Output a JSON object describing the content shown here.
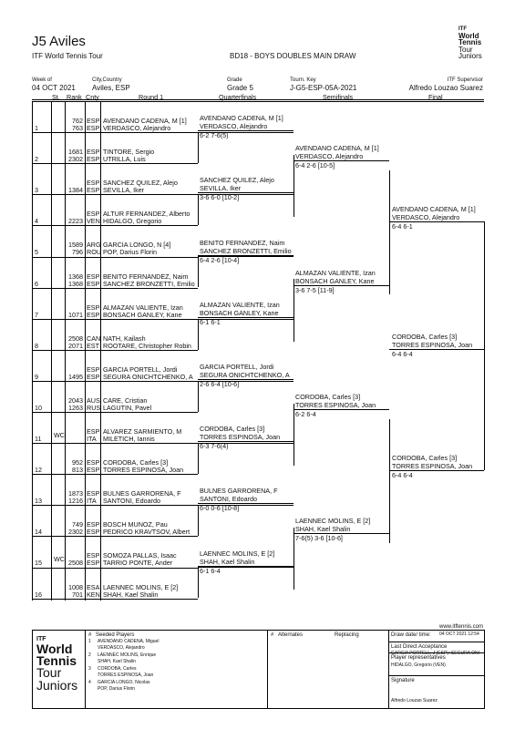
{
  "header": {
    "title": "J5 Aviles",
    "tour": "ITF World Tennis Tour",
    "draw_name": "BD18 - BOYS DOUBLES MAIN DRAW",
    "week_label": "Week of",
    "week_value": "04 OCT 2021",
    "city_label": "City,Country",
    "city_value": "Aviles, ESP",
    "grade_label": "Grade",
    "grade_value": "Grade 5",
    "key_label": "Tourn. Key",
    "key_value": "J-G5-ESP-05A-2021",
    "sup_label": "ITF Supervisor",
    "sup_value": "Alfredo Louzao Suarez"
  },
  "logo": {
    "line1": "ITF",
    "line2": "World",
    "line3": "Tennis",
    "line4": "Tour",
    "line5": "Juniors"
  },
  "columns": {
    "st": "St.",
    "rank": "Rank",
    "cnty": "Cnty",
    "r1": "Round 1",
    "qf": "Quarterfinals",
    "sf": "Semifinals",
    "f": "Final"
  },
  "lines": [
    {
      "num": "1",
      "st": "",
      "r1": "762",
      "c1": "ESP",
      "p1": "AVENDANO CADENA, M [1]",
      "r2": "763",
      "c2": "ESP",
      "p2": "VERDASCO, Alejandro"
    },
    {
      "num": "2",
      "st": "",
      "r1": "1681",
      "c1": "ESP",
      "p1": "TINTORE, Sergio",
      "r2": "2302",
      "c2": "ESP",
      "p2": "UTRILLA, Luis"
    },
    {
      "num": "3",
      "st": "",
      "r1": "",
      "c1": "ESP",
      "p1": "SANCHEZ QUILEZ, Alejo",
      "r2": "1384",
      "c2": "ESP",
      "p2": "SEVILLA, Iker"
    },
    {
      "num": "4",
      "st": "",
      "r1": "",
      "c1": "ESP",
      "p1": "ALTUR FERNANDEZ, Alberto",
      "r2": "2223",
      "c2": "VEN",
      "p2": "HIDALGO, Gregorio"
    },
    {
      "num": "5",
      "st": "",
      "r1": "1589",
      "c1": "ARG",
      "p1": "GARCIA LONGO, N [4]",
      "r2": "796",
      "c2": "ROU",
      "p2": "POP, Darius Florin"
    },
    {
      "num": "6",
      "st": "",
      "r1": "1368",
      "c1": "ESP",
      "p1": "BENITO FERNANDEZ, Naim",
      "r2": "1368",
      "c2": "ESP",
      "p2": "SANCHEZ BRONZETTI, Emilio"
    },
    {
      "num": "7",
      "st": "",
      "r1": "",
      "c1": "ESP",
      "p1": "ALMAZAN VALIENTE, Izan",
      "r2": "1071",
      "c2": "ESP",
      "p2": "BONSACH GANLEY, Kane"
    },
    {
      "num": "8",
      "st": "",
      "r1": "2508",
      "c1": "CAN",
      "p1": "NATH, Kailash",
      "r2": "2071",
      "c2": "EST",
      "p2": "ROOTARE, Christopher Robin"
    },
    {
      "num": "9",
      "st": "",
      "r1": "",
      "c1": "ESP",
      "p1": "GARCIA PORTELL, Jordi",
      "r2": "1495",
      "c2": "ESP",
      "p2": "SEGURA ONICHTCHENKO, A"
    },
    {
      "num": "10",
      "st": "",
      "r1": "2043",
      "c1": "AUS",
      "p1": "CARE, Cristian",
      "r2": "1263",
      "c2": "RUS",
      "p2": "LAGUTIN, Pavel"
    },
    {
      "num": "11",
      "st": "WC",
      "r1": "",
      "c1": "ESP",
      "p1": "ALVAREZ SARMIENTO, M",
      "r2": "",
      "c2": "ITA",
      "p2": "MILETICH, Iannis"
    },
    {
      "num": "12",
      "st": "",
      "r1": "952",
      "c1": "ESP",
      "p1": "CORDOBA, Carles [3]",
      "r2": "813",
      "c2": "ESP",
      "p2": "TORRES ESPINOSA, Joan"
    },
    {
      "num": "13",
      "st": "",
      "r1": "1873",
      "c1": "ESP",
      "p1": "BULNES GARRORENA, F",
      "r2": "1216",
      "c2": "ITA",
      "p2": "SANTONI, Edoardo"
    },
    {
      "num": "14",
      "st": "",
      "r1": "749",
      "c1": "ESP",
      "p1": "BOSCH MUNOZ, Pau",
      "r2": "2302",
      "c2": "ESP",
      "p2": "PEDRICO KRAVTSOV, Albert"
    },
    {
      "num": "15",
      "st": "WC",
      "r1": "",
      "c1": "ESP",
      "p1": "SOMOZA PALLAS, Isaac",
      "r2": "2508",
      "c2": "ESP",
      "p2": "TARRIO PONTE, Ander"
    },
    {
      "num": "16",
      "st": "",
      "r1": "1008",
      "c1": "ESA",
      "p1": "LAENNEC MOLINS, E [2]",
      "r2": "701",
      "c2": "KEN",
      "p2": "SHAH, Kael Shalin"
    }
  ],
  "qf": [
    {
      "a": "AVENDANO CADENA, M [1]",
      "b": "VERDASCO, Alejandro",
      "s": "6-2 7-6(5)"
    },
    {
      "a": "SANCHEZ QUILEZ, Alejo",
      "b": "SEVILLA, Iker",
      "s": "3-6 6-0 [10-2]"
    },
    {
      "a": "BENITO FERNANDEZ, Naim",
      "b": "SANCHEZ BRONZETTI, Emilio",
      "s": "6-4 2-6 [10-4]"
    },
    {
      "a": "ALMAZAN VALIENTE, Izan",
      "b": "BONSACH GANLEY, Kane",
      "s": "6-1 6-1"
    },
    {
      "a": "GARCIA PORTELL, Jordi",
      "b": "SEGURA ONICHTCHENKO, A",
      "s": "2-6 6-4 [10-6]"
    },
    {
      "a": "CORDOBA, Carles [3]",
      "b": "TORRES ESPINOSA, Joan",
      "s": "6-3 7-6(4)"
    },
    {
      "a": "BULNES GARRORENA, F",
      "b": "SANTONI, Edoardo",
      "s": "6-0 0-6 [10-8]"
    },
    {
      "a": "LAENNEC MOLINS, E [2]",
      "b": "SHAH, Kael Shalin",
      "s": "6-1 6-4"
    }
  ],
  "sf": [
    {
      "a": "AVENDANO CADENA, M [1]",
      "b": "VERDASCO, Alejandro",
      "s": "6-4 2-6 [10-5]"
    },
    {
      "a": "ALMAZAN VALIENTE, Izan",
      "b": "BONSACH GANLEY, Kane",
      "s": "3-6 7-5 [11-9]"
    },
    {
      "a": "CORDOBA, Carles [3]",
      "b": "TORRES ESPINOSA, Joan",
      "s": "6-2 6-4"
    },
    {
      "a": "LAENNEC MOLINS, E [2]",
      "b": "SHAH, Kael Shalin",
      "s": "7-6(5) 3-6 [10-6]"
    }
  ],
  "final": [
    {
      "a": "AVENDANO CADENA, M [1]",
      "b": "VERDASCO, Alejandro",
      "s": "6-4 6-1"
    },
    {
      "a": "CORDOBA, Carles [3]",
      "b": "TORRES ESPINOSA, Joan",
      "s": "6-4 6-4"
    }
  ],
  "winner": {
    "a": "CORDOBA, Carles [3]",
    "b": "TORRES ESPINOSA, Joan",
    "s": "6-4 6-4"
  },
  "footer": {
    "url": "www.itftennis.com",
    "seeded_hash": "#",
    "seeded_title": "Seeded Players",
    "seeds": [
      {
        "n": "1",
        "a": "AVENDANO CADENA, Miguel",
        "b": "VERDASCO, Alejandro"
      },
      {
        "n": "2",
        "a": "LAENNEC MOLINS, Enrique",
        "b": "SHAH, Kael Shalin"
      },
      {
        "n": "3",
        "a": "CORDOBA, Carles",
        "b": "TORRES ESPINOSA, Joan"
      },
      {
        "n": "4",
        "a": "GARCIA LONGO, Nicolas",
        "b": "POP, Darius Florin"
      }
    ],
    "alt_hash": "#",
    "alt_title": "Alternates",
    "replacing": "Replacing",
    "draw_label": "Draw date/ time:",
    "draw_value": "04 OCT 2021 12:54",
    "lda_label": "Last Direct Acceptance",
    "lda_value": "GARCIA PORTELL, J (ESP)+SEGURA ONI",
    "pr_label": "Player representatives",
    "pr_value": "HIDALGO, Gregorio (VEN)",
    "sig_label": "Signature",
    "sig_value": "Alfredo Louzao Suarez"
  }
}
